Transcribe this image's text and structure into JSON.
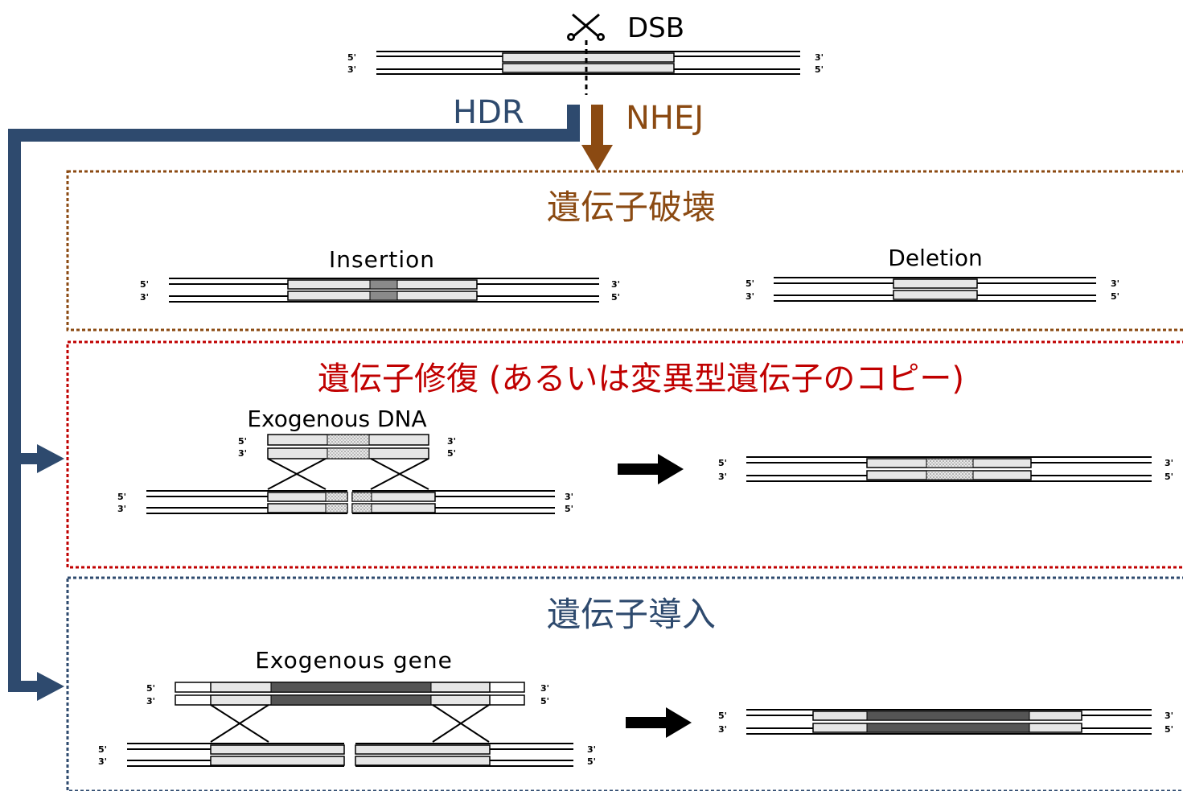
{
  "top": {
    "dsb_label": "DSB",
    "hdr_label": "HDR",
    "nhej_label": "NHEJ",
    "end5": "5'",
    "end3": "3'"
  },
  "nhej_box": {
    "title": "遺伝子破壊",
    "insertion_label": "Insertion",
    "deletion_label": "Deletion"
  },
  "repair_box": {
    "title": "遺伝子修復 (あるいは変異型遺伝子のコピー)",
    "exo_label": "Exogenous DNA"
  },
  "insert_box": {
    "title": "遺伝子導入",
    "exo_label": "Exogenous gene"
  },
  "colors": {
    "hdr": "#2e4a6e",
    "nhej": "#8b4a12",
    "repair": "#c00000",
    "light_gray": "#e6e6e6",
    "mid_gray": "#8a8a8a",
    "dark_gray": "#555555"
  }
}
